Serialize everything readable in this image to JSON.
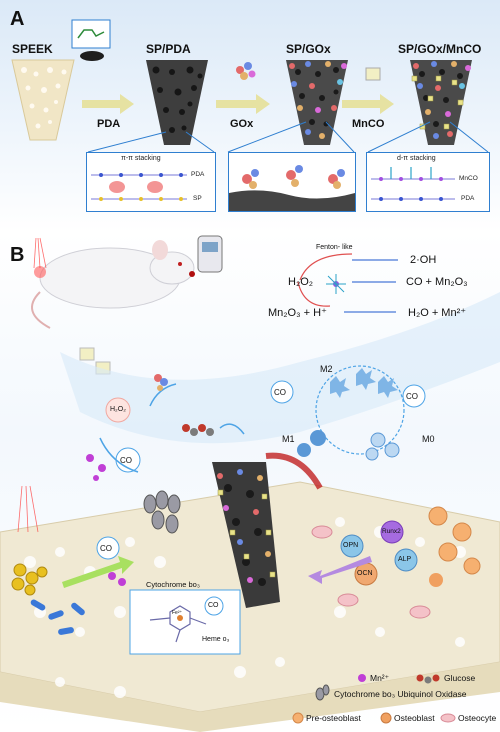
{
  "panel_a": {
    "letter": "A",
    "stages": [
      "SPEEK",
      "SP/PDA",
      "SP/GOx",
      "SP/GOx/MnCO"
    ],
    "steps": [
      "PDA",
      "GOx",
      "MnCO"
    ],
    "zoom1": {
      "title": "π-π stacking",
      "labels": [
        "PDA",
        "SP"
      ]
    },
    "zoom3": {
      "title": "d-π stacking",
      "labels": [
        "MnCO",
        "PDA"
      ]
    }
  },
  "panel_b": {
    "letter": "B",
    "reaction": {
      "fenton": "Fenton- like",
      "h2o2": "H₂O₂",
      "oh": "2·OH",
      "co_mn2o3": "CO + Mn₂O₃",
      "mn2o3_h": "Mn₂O₃ + H⁺",
      "h2o_mn": "H₂O + Mn²⁺"
    },
    "macrophage": {
      "m2": "M2",
      "m1": "M1",
      "m0": "M0",
      "co_left": "CO",
      "co_right": "CO"
    },
    "h2o2_bubble": "H₂O₂",
    "co_bubble": "CO",
    "co_implant": "CO",
    "proteins": [
      "OPN",
      "Runx2",
      "OCN",
      "ALP"
    ],
    "cytochrome_title": "Cytochrome bo₃",
    "inset": {
      "fe": "Fe²⁺",
      "co": "CO",
      "heme": "Heme o₃"
    },
    "legend": {
      "mn": "Mn²⁺",
      "glucose": "Glucose",
      "oxidase": "Cytochrome bo₃ Ubiquinol Oxidase",
      "pre": "Pre-osteoblast",
      "osteoblast": "Osteoblast",
      "osteocyte": "Osteocyte"
    }
  },
  "colors": {
    "arrow": "#e8e3a0",
    "border": "#2f7fd0",
    "co_fill": "#ffffff",
    "mn_dot": "#c03fd6",
    "protein_fill": "#8bc6e8"
  }
}
